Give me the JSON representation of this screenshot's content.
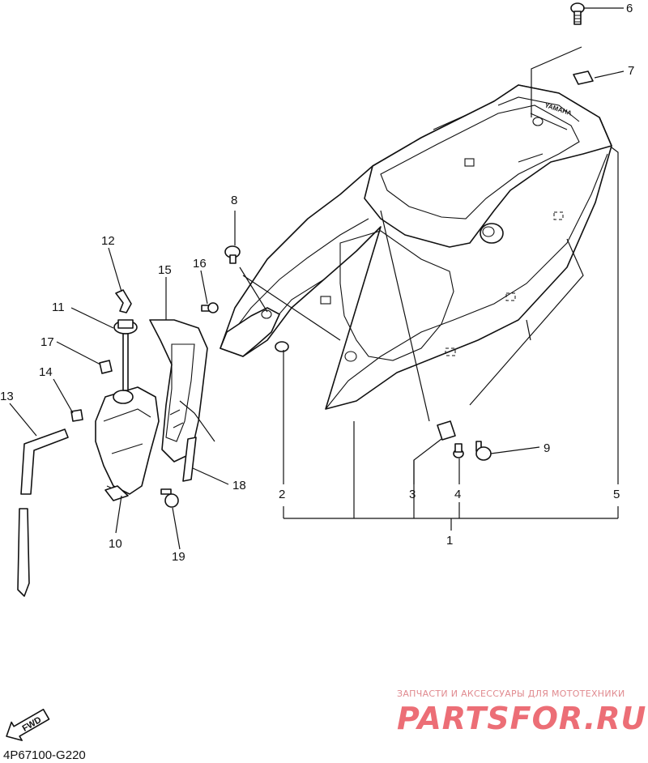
{
  "diagram": {
    "callouts": [
      {
        "id": "1",
        "label": "1"
      },
      {
        "id": "2",
        "label": "2"
      },
      {
        "id": "3",
        "label": "3"
      },
      {
        "id": "4",
        "label": "4"
      },
      {
        "id": "5",
        "label": "5"
      },
      {
        "id": "6",
        "label": "6"
      },
      {
        "id": "7",
        "label": "7"
      },
      {
        "id": "8",
        "label": "8"
      },
      {
        "id": "9",
        "label": "9"
      },
      {
        "id": "10",
        "label": "10"
      },
      {
        "id": "11",
        "label": "11"
      },
      {
        "id": "12",
        "label": "12"
      },
      {
        "id": "13",
        "label": "13"
      },
      {
        "id": "14",
        "label": "14"
      },
      {
        "id": "15",
        "label": "15"
      },
      {
        "id": "16",
        "label": "16"
      },
      {
        "id": "17",
        "label": "17"
      },
      {
        "id": "18",
        "label": "18"
      },
      {
        "id": "19",
        "label": "19"
      }
    ],
    "seat_cowl_logo": "YAMAHA",
    "fwd_label": "FWD",
    "drawing_code": "4P67100-G220"
  },
  "watermark": {
    "tagline": "ЗАПЧАСТИ И АКСЕССУАРЫ ДЛЯ МОТОТЕХНИКИ",
    "brand": "PARTSFOR.RU",
    "color": "#ec6e76"
  }
}
